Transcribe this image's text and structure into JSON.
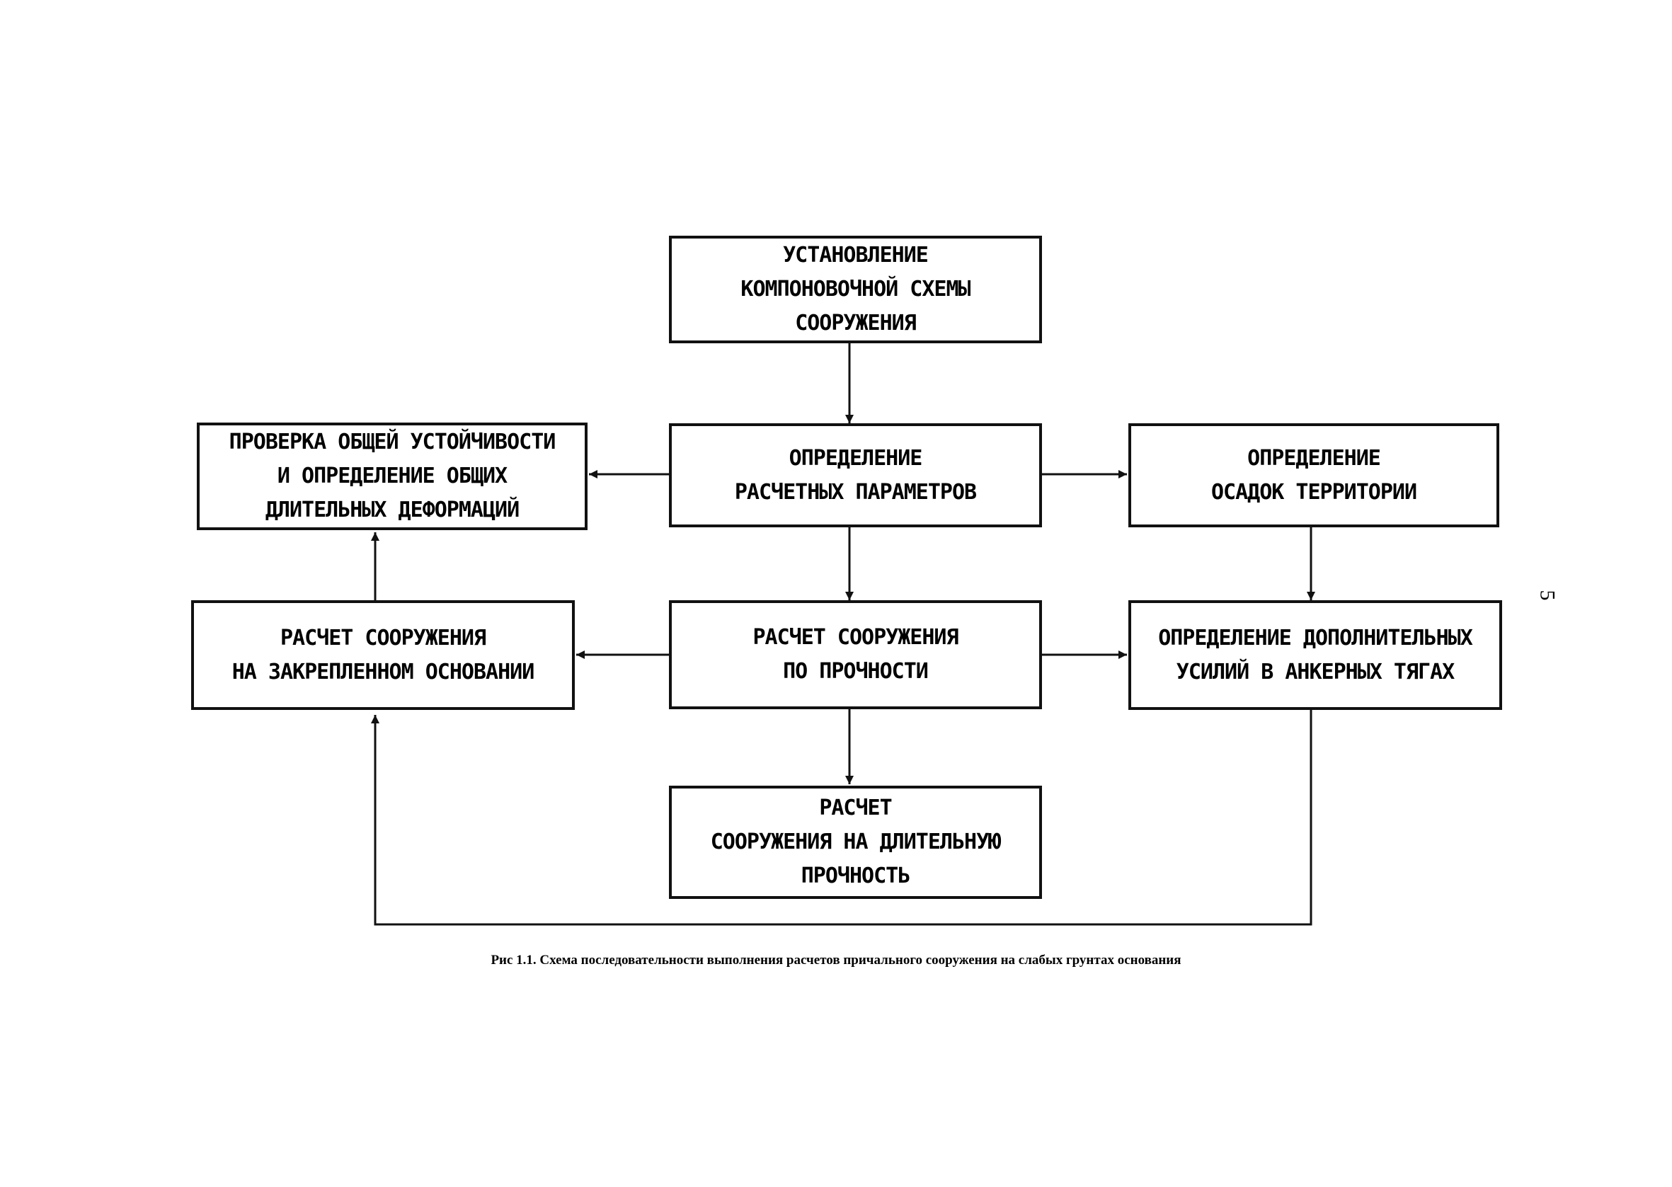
{
  "boxes": {
    "layout_scheme": [
      "УСТАНОВЛЕНИЕ",
      "КОМПОНОВОЧНОЙ СХЕМЫ",
      "СООРУЖЕНИЯ"
    ],
    "stability_check": [
      "ПРОВЕРКА ОБЩЕЙ УСТОЙЧИВОСТИ",
      "И ОПРЕДЕЛЕНИЕ ОБЩИХ",
      "ДЛИТЕЛЬНЫХ ДЕФОРМАЦИЙ"
    ],
    "design_parameters": [
      "ОПРЕДЕЛЕНИЕ",
      "РАСЧЕТНЫХ ПАРАМЕТРОВ"
    ],
    "territory_settlement": [
      "ОПРЕДЕЛЕНИЕ",
      "ОСАДОК ТЕРРИТОРИИ"
    ],
    "fixed_base_calc": [
      "РАСЧЕТ СООРУЖЕНИЯ",
      "НА ЗАКРЕПЛЕННОМ ОСНОВАНИИ"
    ],
    "strength_calc": [
      "РАСЧЕТ СООРУЖЕНИЯ",
      "ПО ПРОЧНОСТИ"
    ],
    "anchor_forces": [
      "ОПРЕДЕЛЕНИЕ ДОПОЛНИТЕЛЬНЫХ",
      "УСИЛИЙ В АНКЕРНЫХ ТЯГАХ"
    ],
    "long_term_strength": [
      "РАСЧЕТ",
      "СООРУЖЕНИЯ НА ДЛИТЕЛЬНУЮ",
      "ПРОЧНОСТЬ"
    ]
  },
  "caption": "Рис 1.1. Схема последовательности выполнения расчетов причального сооружения на слабых грунтах основания",
  "page_number": "5"
}
